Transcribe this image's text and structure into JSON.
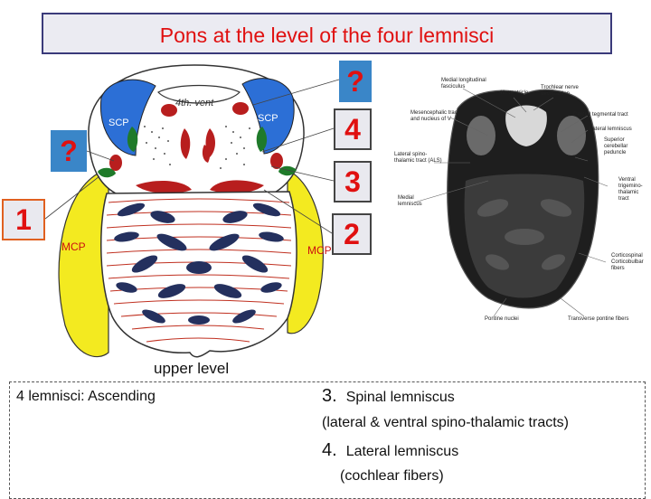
{
  "title": "Pons at the level of the four lemnisci",
  "markers": {
    "question_right": "?",
    "question_left": "?",
    "four": "4",
    "three": "3",
    "two": "2",
    "one": "1"
  },
  "diagram_labels": {
    "fourth_ventricle": "4th. vent",
    "scp_left": "SCP",
    "scp_right": "SCP",
    "mcp_left": "MCP",
    "mcp_right": "MCP"
  },
  "photo_labels": {
    "medial_longitudinal_fasciculus": "Medial longitudinal\nfasciculus",
    "fourth_ventricle": "4th ventricle",
    "trochlear_nerve_decussation": "Trochlear nerve\ndecussation",
    "mesencephalic_nucleus": "Mesencephalic tract\nand nucleus of V",
    "central_tegmental_tract": "Central tegmental tract",
    "lateral_lemniscus": "Lateral lemniscus",
    "superior_cerebellar_peduncle": "Superior\ncerebellar\npeduncle",
    "lateral_spinothalamic_tract": "Lateral spino-\nthalamic tract (ALS)",
    "ventral_trigeminothalamic_tract": "Ventral\ntrigemino-\nthalamic\ntract",
    "medial_lemniscus": "Medial\nlemniscus",
    "corticospinal_fibers": "Corticospinal\nCorticobulbar\nfibers",
    "pontine_nuclei": "Pontine nuclei",
    "transverse_pontine_fibers": "Transverse pontine fibers"
  },
  "upper_level": "upper level",
  "notes": {
    "ascending": "4 lemnisci: Ascending",
    "item3_number": "3.",
    "item3_label": "Spinal lemniscus",
    "item3_sub": "(lateral & ventral spino-thalamic tracts)",
    "item4_number": "4.",
    "item4_label": "Lateral lemniscus",
    "item4_sub": "(cochlear fibers)"
  },
  "colors": {
    "title_text": "#e01010",
    "marker_blue": "#3a86c8",
    "pons_yellow": "#f3ea20",
    "scp_blue": "#2c6fd6",
    "lemniscus_red": "#b81e1e",
    "green_tract": "#1f7a2a",
    "fiber_blue": "#24305e"
  }
}
